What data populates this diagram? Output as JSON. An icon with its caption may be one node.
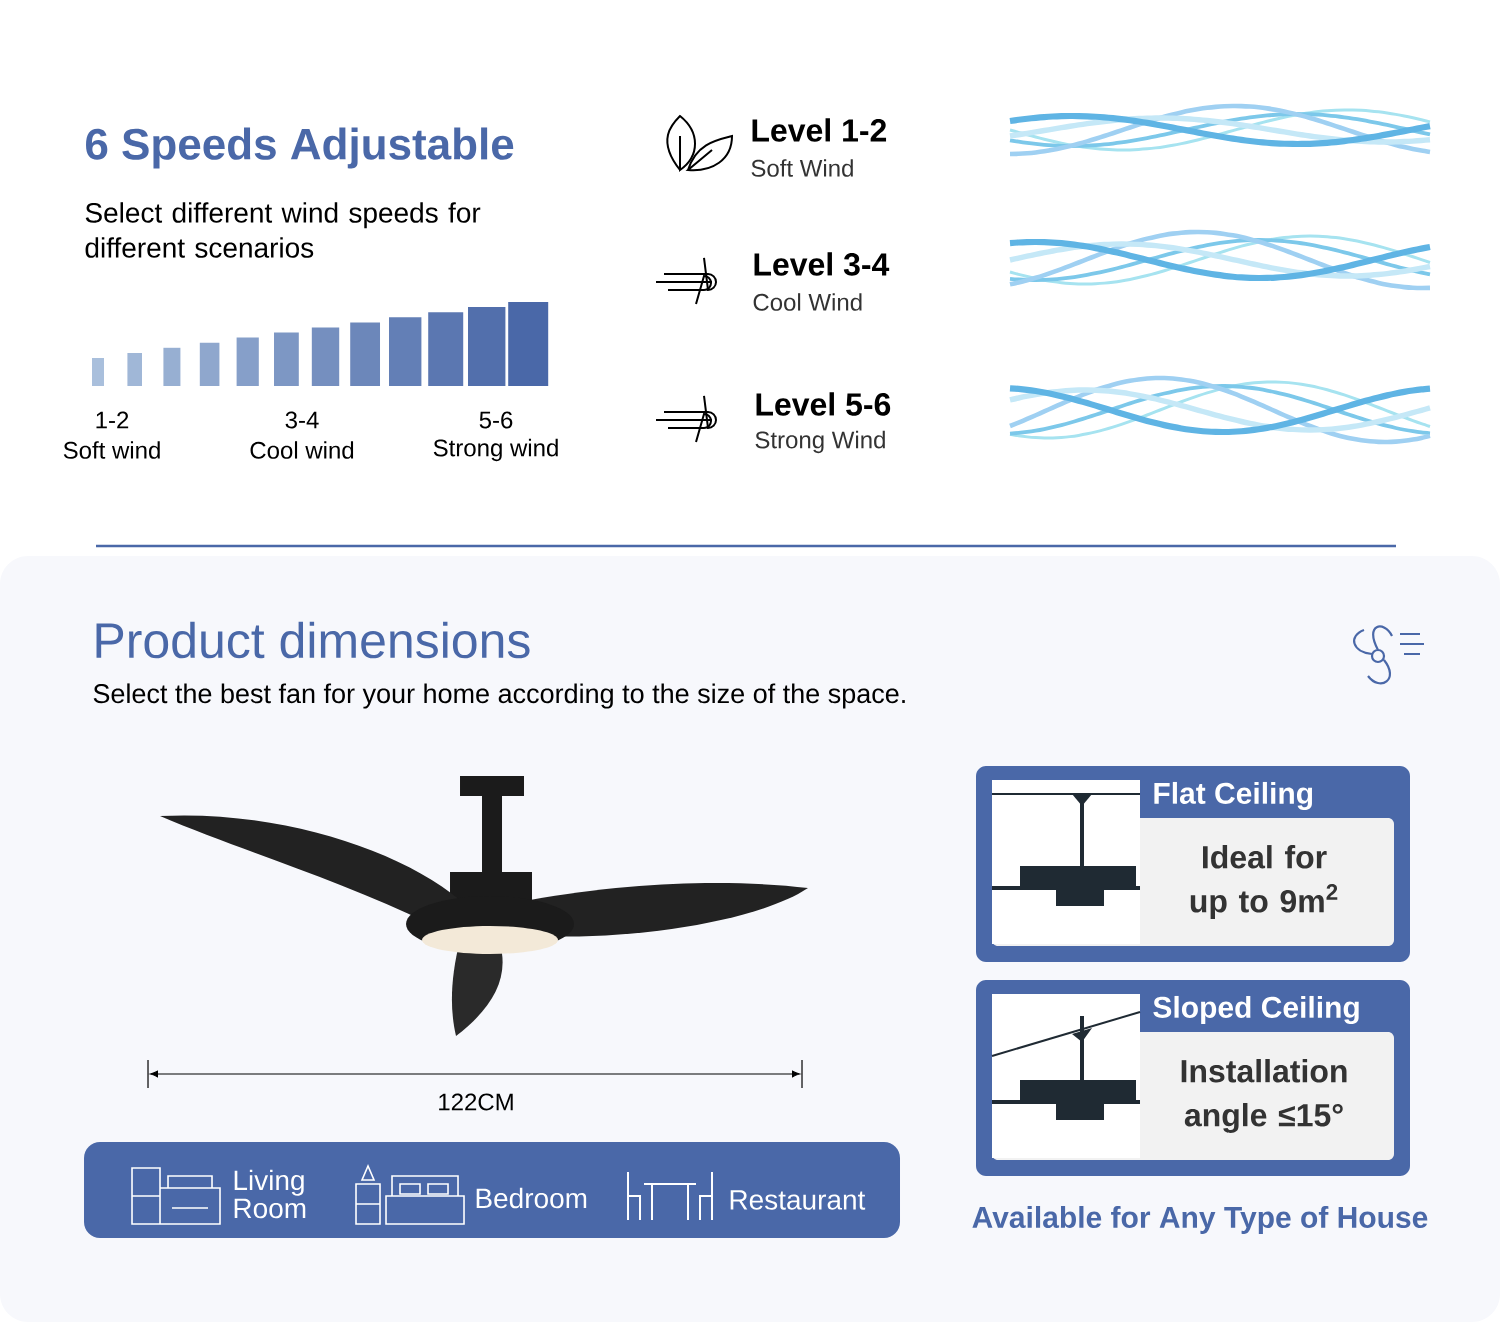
{
  "diagram": {
    "nodes": [
      {
        "text": [
          "Flat Ceiling",
          "Ideal for up to 9m$^{2}$"
        ]
      },
      {
        "text": [
          "Sloped Ceiling",
          "Installation angle ≤15°"
        ]
      },
      {
        "text": [
          "Living Room",
          "Bedroom",
          "Restaurant"
        ]
      }
    ],
    "labels": [
      "6 Speeds Adjustable",
      "Select different wind speeds for different scenarios",
      "1-2",
      "Soft wind",
      "3-4",
      "Cool wind",
      "5-6",
      "Strong wind",
      "Level 1-2",
      "Soft Wind",
      "Level 3-4",
      "Cool Wind",
      "Level 5-6",
      "Strong Wind",
      "Product dimensions",
      "Select the best fan for your home according to the size of the space.",
      "122CM",
      "Available for Any Type of House"
    ]
  }
}
